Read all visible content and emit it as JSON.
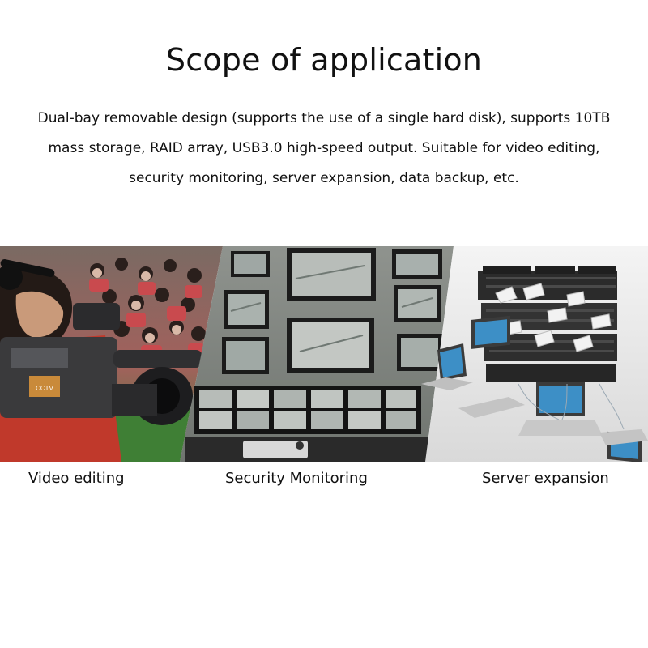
{
  "title": "Scope of application",
  "description": {
    "line1": "Dual-bay removable design (supports the use of a single hard disk), supports 10TB",
    "line2": "mass storage, RAID array, USB3.0 high-speed output. Suitable for video editing,",
    "line3": "security monitoring, server expansion, data backup, etc."
  },
  "photos": {
    "camera_label": "CCTV"
  },
  "captions": {
    "video": "Video editing",
    "security": "Security Monitoring",
    "server": "Server expansion"
  },
  "colors": {
    "text": "#111111",
    "background": "#ffffff",
    "grass": "#3f7f35",
    "monitor_frame": "#1b1b1b",
    "laptop_screen": "#3d8fc6"
  }
}
